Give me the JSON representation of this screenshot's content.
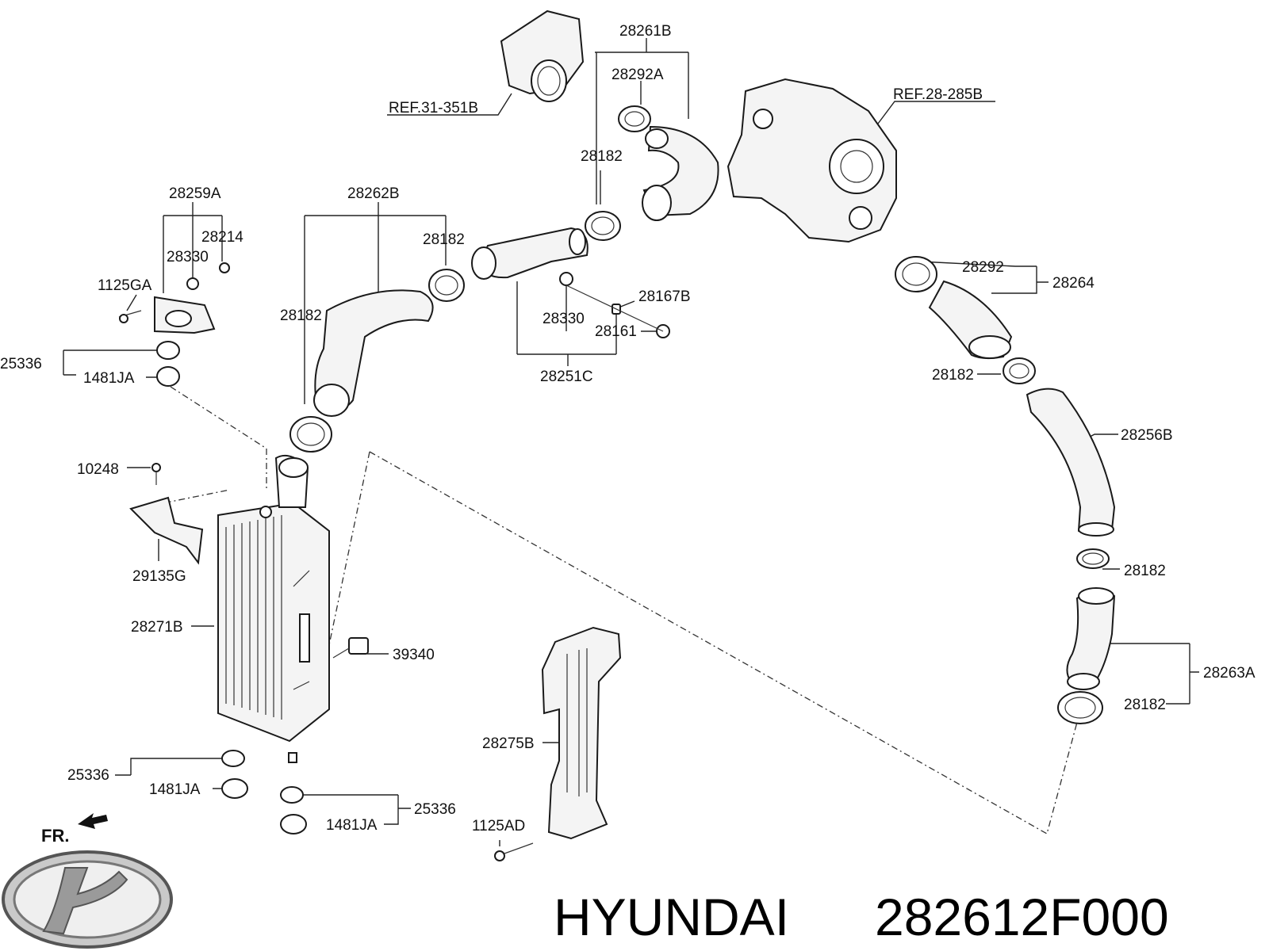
{
  "title": {
    "brand": "HYUNDAI",
    "part_number": "282612F000"
  },
  "orientation_label": "FR.",
  "references": [
    {
      "id": "ref-31-351b",
      "text": "REF.31-351B"
    },
    {
      "id": "ref-28-285b",
      "text": "REF.28-285B"
    }
  ],
  "callouts": [
    {
      "id": "c-28261b",
      "text": "28261B"
    },
    {
      "id": "c-28292a",
      "text": "28292A"
    },
    {
      "id": "c-28182-a",
      "text": "28182"
    },
    {
      "id": "c-28259a",
      "text": "28259A"
    },
    {
      "id": "c-28262b",
      "text": "28262B"
    },
    {
      "id": "c-28214",
      "text": "28214"
    },
    {
      "id": "c-28330-a",
      "text": "28330"
    },
    {
      "id": "c-28182-b",
      "text": "28182"
    },
    {
      "id": "c-1125ga",
      "text": "1125GA"
    },
    {
      "id": "c-28182-c",
      "text": "28182"
    },
    {
      "id": "c-28167b",
      "text": "28167B"
    },
    {
      "id": "c-28330-b",
      "text": "28330"
    },
    {
      "id": "c-28161",
      "text": "28161"
    },
    {
      "id": "c-28251c",
      "text": "28251C"
    },
    {
      "id": "c-25336-a",
      "text": "25336"
    },
    {
      "id": "c-1481ja-a",
      "text": "1481JA"
    },
    {
      "id": "c-28292",
      "text": "28292"
    },
    {
      "id": "c-28264",
      "text": "28264"
    },
    {
      "id": "c-28182-d",
      "text": "28182"
    },
    {
      "id": "c-28256b",
      "text": "28256B"
    },
    {
      "id": "c-10248",
      "text": "10248"
    },
    {
      "id": "c-29135g",
      "text": "29135G"
    },
    {
      "id": "c-28182-e",
      "text": "28182"
    },
    {
      "id": "c-28271b",
      "text": "28271B"
    },
    {
      "id": "c-39340",
      "text": "39340"
    },
    {
      "id": "c-28263a",
      "text": "28263A"
    },
    {
      "id": "c-28182-f",
      "text": "28182"
    },
    {
      "id": "c-28275b",
      "text": "28275B"
    },
    {
      "id": "c-25336-b",
      "text": "25336"
    },
    {
      "id": "c-1481ja-b",
      "text": "1481JA"
    },
    {
      "id": "c-25336-c",
      "text": "25336"
    },
    {
      "id": "c-1481ja-c",
      "text": "1481JA"
    },
    {
      "id": "c-1125ad",
      "text": "1125AD"
    }
  ]
}
